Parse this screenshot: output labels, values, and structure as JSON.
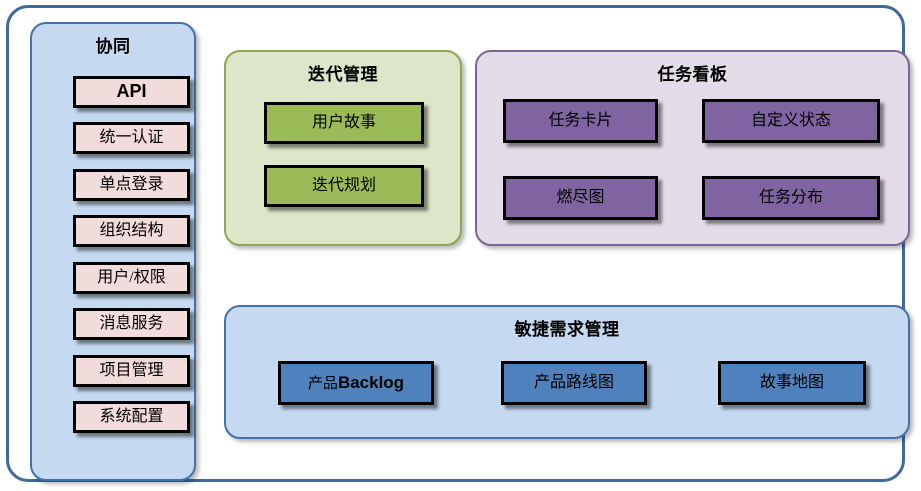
{
  "diagram": {
    "title_present": false,
    "colors": {
      "frame_border": "#41699b",
      "sidebar_bg": "#c5d9f0",
      "sidebar_border": "#4472a8",
      "sidebar_item_bg": "#f2dcdb",
      "iteration_bg": "#dce6c8",
      "iteration_border": "#93a456",
      "iteration_item_bg": "#9bbb59",
      "taskboard_bg": "#e1dce7",
      "taskboard_border": "#7c6496",
      "taskboard_item_bg": "#8064a2",
      "agile_bg": "#c5d9f0",
      "agile_border": "#4472a8",
      "agile_item_bg": "#4f81bd",
      "box_border": "#000000"
    }
  },
  "sidebar": {
    "title": "协同",
    "items": [
      {
        "label": "API",
        "style": "bold-sans"
      },
      {
        "label": "统一认证",
        "style": "serif"
      },
      {
        "label": "单点登录",
        "style": "serif"
      },
      {
        "label": "组织结构",
        "style": "serif"
      },
      {
        "label": "用户/权限",
        "style": "serif"
      },
      {
        "label": "消息服务",
        "style": "serif"
      },
      {
        "label": "项目管理",
        "style": "serif"
      },
      {
        "label": "系统配置",
        "style": "serif"
      }
    ]
  },
  "iteration": {
    "title": "迭代管理",
    "items": [
      {
        "label": "用户故事"
      },
      {
        "label": "迭代规划"
      }
    ]
  },
  "taskboard": {
    "title": "任务看板",
    "items": [
      {
        "label": "任务卡片"
      },
      {
        "label": "自定义状态"
      },
      {
        "label": "燃尽图"
      },
      {
        "label": "任务分布"
      }
    ]
  },
  "agile": {
    "title": "敏捷需求管理",
    "items": [
      {
        "label_han": "产品",
        "label_latin": "Backlog",
        "label": "产品Backlog",
        "mixed": true
      },
      {
        "label": "产品路线图",
        "mixed": false
      },
      {
        "label": "故事地图",
        "mixed": false
      }
    ]
  }
}
